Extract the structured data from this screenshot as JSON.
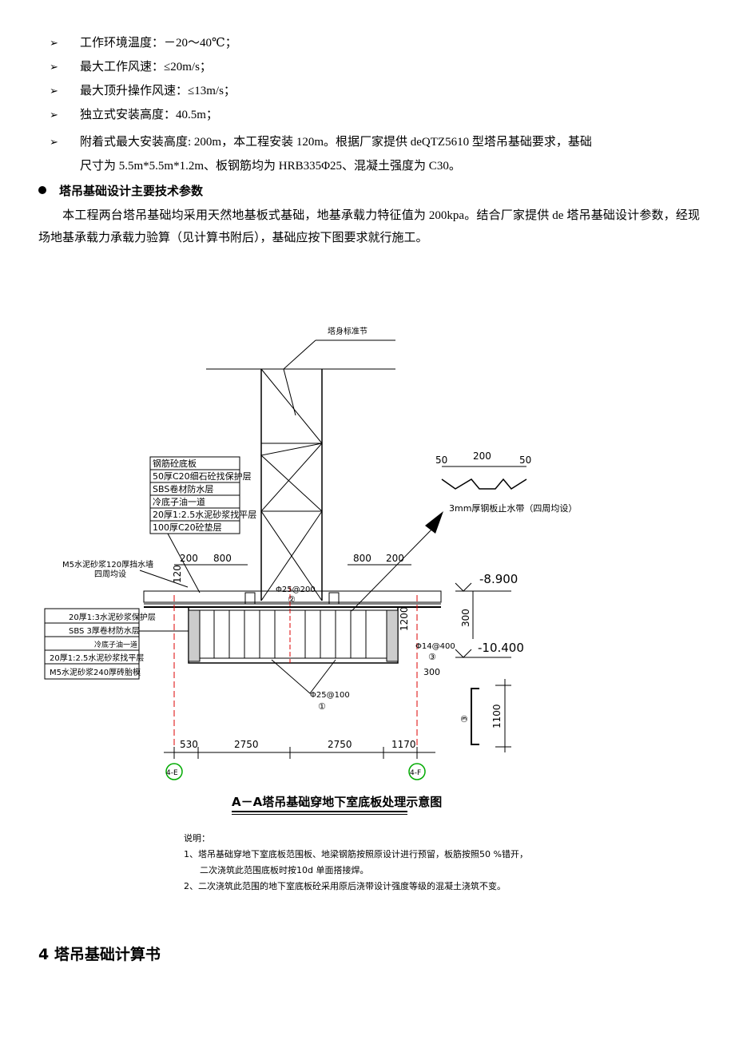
{
  "bullets": [
    {
      "text": "工作环境温度：－20～40℃；"
    },
    {
      "text": "最大工作风速：≤20m/s；"
    },
    {
      "text": "最大顶升操作风速：≤13m/s；"
    },
    {
      "text": "独立式安装高度：40.5m；"
    },
    {
      "text": "附着式最大安装高度: 200m，本工程安装 120m。根据厂家提供 deQTZ5610 型塔吊基础要求，基础"
    }
  ],
  "bullet_continuation": "尺寸为 5.5m*5.5m*1.2m、板钢筋均为 HRB335Φ25、混凝土强度为 C30。",
  "bullet_marker": "➢",
  "heading": "塔吊基础设计主要技术参数",
  "paragraph": "本工程两台塔吊基础均采用天然地基板式基础，地基承载力特征值为 200kpa。结合厂家提供 de 塔吊基础设计参数，经现场地基承载力承载力验算（见计算书附后），基础应按下图要求就行施工。",
  "drawing": {
    "tower_label": "塔身标准节",
    "layers_top": [
      "钢筋砼底板",
      "50厚C20细石砼找保护层",
      "SBS卷材防水层",
      "冷底子油一道",
      "20厚1:2.5水泥砂浆找平层",
      "100厚C20砼垫层"
    ],
    "wall_label_1": "M5水泥砂浆120厚挡水墙",
    "wall_label_2": "四周均设",
    "layers_side": [
      "20厚1:3水泥砂浆保护层",
      "SBS 3厚卷材防水层",
      "冷底子油一道",
      "20厚1:2.5水泥砂浆找平层",
      "M5水泥砂浆240厚砖胎模"
    ],
    "waterstop_label": "3mm厚钢板止水带（四周均设）",
    "waterstop_dims": [
      "50",
      "200",
      "50"
    ],
    "dim_200_left": "200",
    "dim_800_left": "800",
    "dim_800_right": "800",
    "dim_200_right": "200",
    "dim_120": "120",
    "dim_1200": "1200",
    "dim_300_side": "300",
    "dim_300_bottom": "300",
    "level_top": "-8.900",
    "level_bottom": "-10.400",
    "rebar_2": "Φ25@200",
    "rebar_2_no": "②",
    "rebar_3": "Φ14@400",
    "rebar_3_no": "③",
    "rebar_1": "Φ25@100",
    "rebar_1_no": "①",
    "stirrup_no": "③",
    "stirrup_dim": "1100",
    "bottom_dims": [
      "530",
      "2750",
      "2750",
      "1170"
    ],
    "axis_left": "4-E",
    "axis_right": "4-F"
  },
  "caption": "A－A塔吊基础穿地下室底板处理示意图",
  "notes_title": "说明：",
  "notes": [
    "1、塔吊基础穿地下室底板范围板、地梁钢筋按照原设计进行预留，板筋按照50 %错开，",
    "二次浇筑此范围底板时按10d 单面搭接焊。",
    "2、二次浇筑此范围的地下室底板砼采用原后浇带设计强度等级的混凝土浇筑不变。"
  ],
  "section_title": "4 塔吊基础计算书"
}
